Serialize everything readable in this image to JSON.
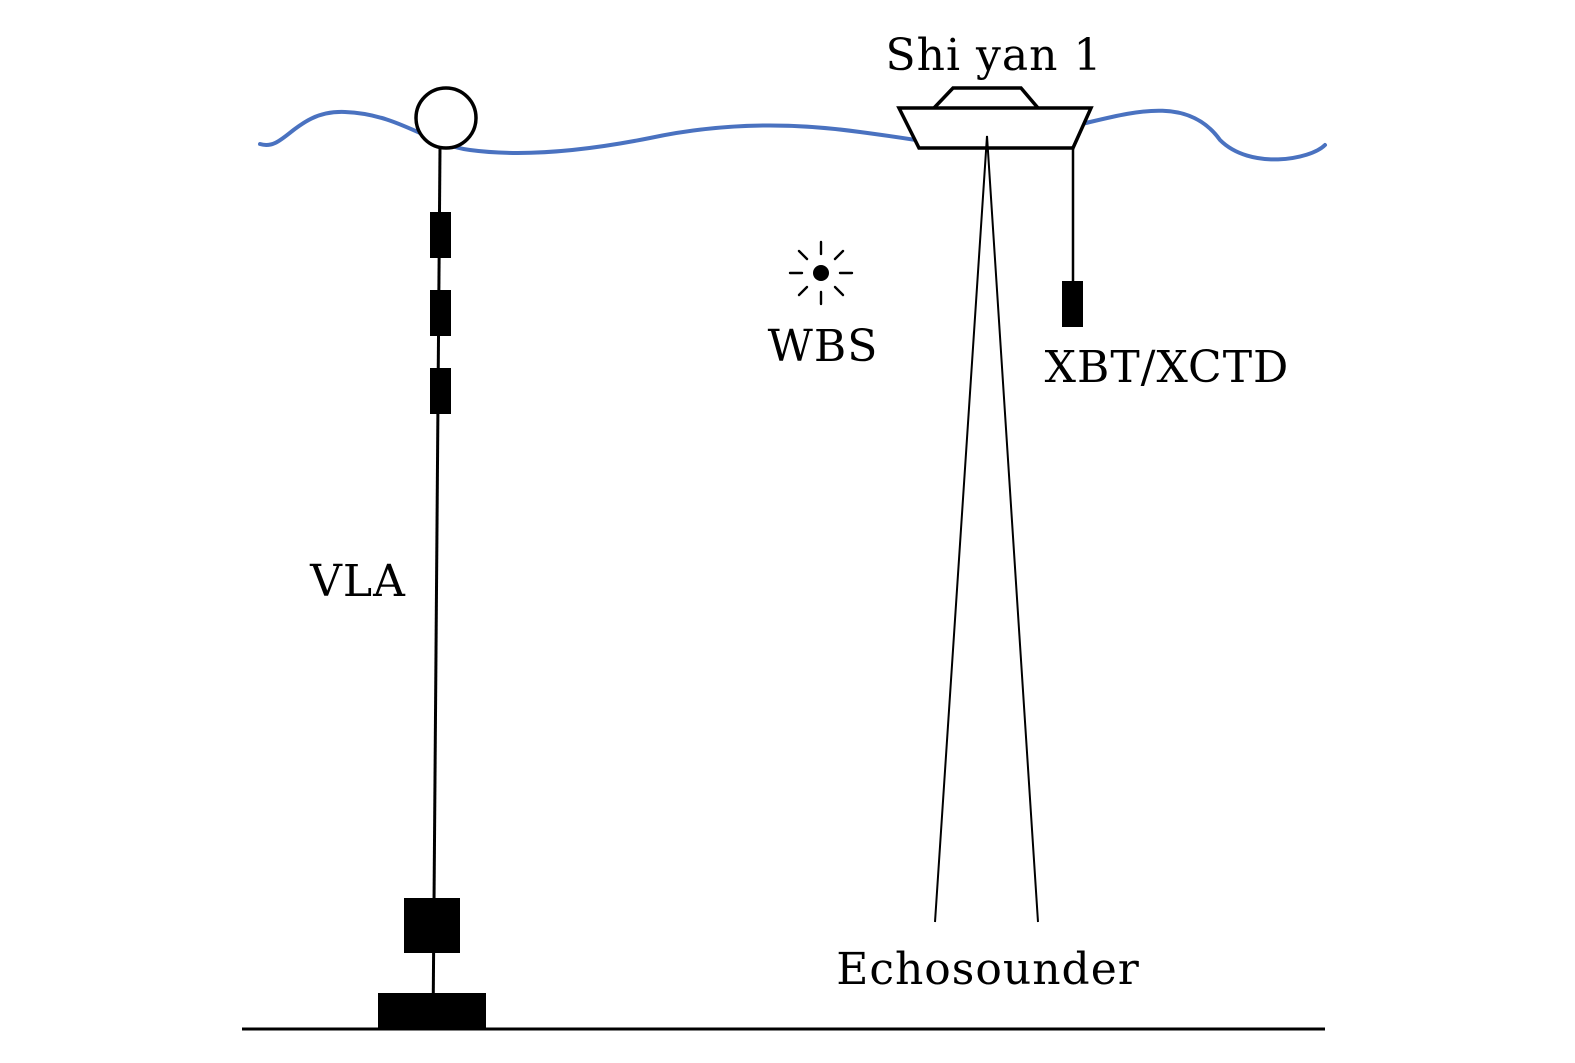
{
  "labels": {
    "ship": "Shi yan 1",
    "wbs": "WBS",
    "xbt": "XBT/XCTD",
    "vla": "VLA",
    "echosounder": "Echosounder"
  },
  "colors": {
    "sea_surface": "#4a72c0",
    "ink": "#000000",
    "background": "#ffffff"
  },
  "icons": {
    "wbs": "sun-burst-icon"
  }
}
